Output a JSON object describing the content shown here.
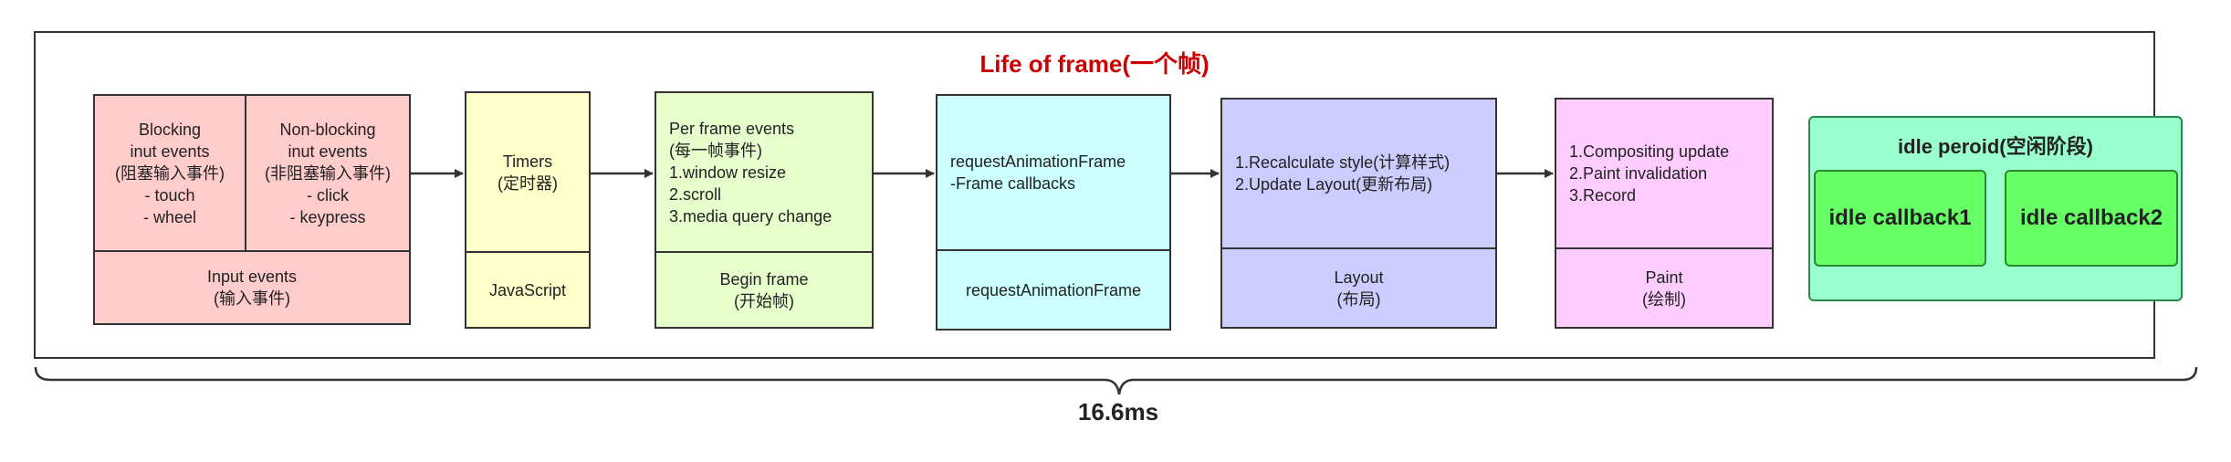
{
  "title": "Life of frame(一个帧)",
  "input": {
    "blocking": [
      "Blocking",
      "inut events",
      "(阻塞输入事件)",
      "- touch",
      "- wheel"
    ],
    "nonblocking": [
      "Non-blocking",
      "inut events",
      "(非阻塞输入事件)",
      "- click",
      "- keypress"
    ],
    "footer": [
      "Input events",
      "(输入事件)"
    ]
  },
  "timers": {
    "top": [
      "Timers",
      "(定时器)"
    ],
    "footer": "JavaScript"
  },
  "begin": {
    "top": [
      "Per frame events",
      "(每一帧事件)",
      "1.window resize",
      "2.scroll",
      "3.media query change"
    ],
    "footer": [
      "Begin frame",
      "(开始帧)"
    ]
  },
  "raf": {
    "top": [
      "requestAnimationFrame",
      "-Frame callbacks"
    ],
    "footer": "requestAnimationFrame"
  },
  "layout": {
    "top": [
      "1.Recalculate style(计算样式)",
      "2.Update Layout(更新布局)"
    ],
    "footer": [
      "Layout",
      "(布局)"
    ]
  },
  "paint": {
    "top": [
      "1.Compositing update",
      "2.Paint invalidation",
      "3.Record"
    ],
    "footer": [
      "Paint",
      "(绘制)"
    ]
  },
  "idle": {
    "title": "idle peroid(空闲阶段)",
    "callbacks": [
      "idle callback1",
      "idle callback2"
    ]
  },
  "duration": "16.6ms"
}
